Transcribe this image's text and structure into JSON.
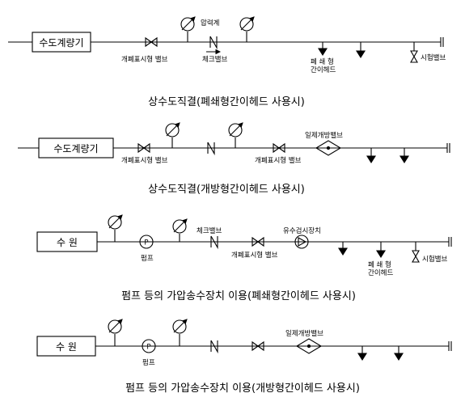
{
  "diagrams": [
    {
      "source_label": "수도계량기",
      "labels": {
        "valve_indicator": "개폐표시형 밸브",
        "pressure_gauge": "압력계",
        "check_valve": "체크밸브",
        "closed_head": "폐 쇄 형\n간이헤드",
        "test_valve": "시험밸브"
      },
      "caption": "상수도직결(폐쇄형간이헤드 사용시)"
    },
    {
      "source_label": "수도계량기",
      "labels": {
        "valve_indicator_1": "개폐표시형 밸브",
        "valve_indicator_2": "개폐표시형 밸브",
        "deluge_valve": "일제개방밸브"
      },
      "caption": "상수도직결(개방형간이헤드 사용시)"
    },
    {
      "source_label": "수  원",
      "labels": {
        "pump": "펌프",
        "check_valve": "체크밸브",
        "flow_switch": "유수검시장치",
        "valve_indicator": "개폐표시형 밸브",
        "closed_head": "폐 쇄 형\n간이헤드",
        "test_valve": "시험밸브"
      },
      "caption": "펌프 등의 가압송수장치 이용(폐쇄형간이헤드 사용시)"
    },
    {
      "source_label": "수  원",
      "labels": {
        "pump": "펌프",
        "deluge_valve": "일제개방밸브"
      },
      "caption": "펌프 등의 가압송수장치 이용(개방형간이헤드 사용시)"
    }
  ]
}
